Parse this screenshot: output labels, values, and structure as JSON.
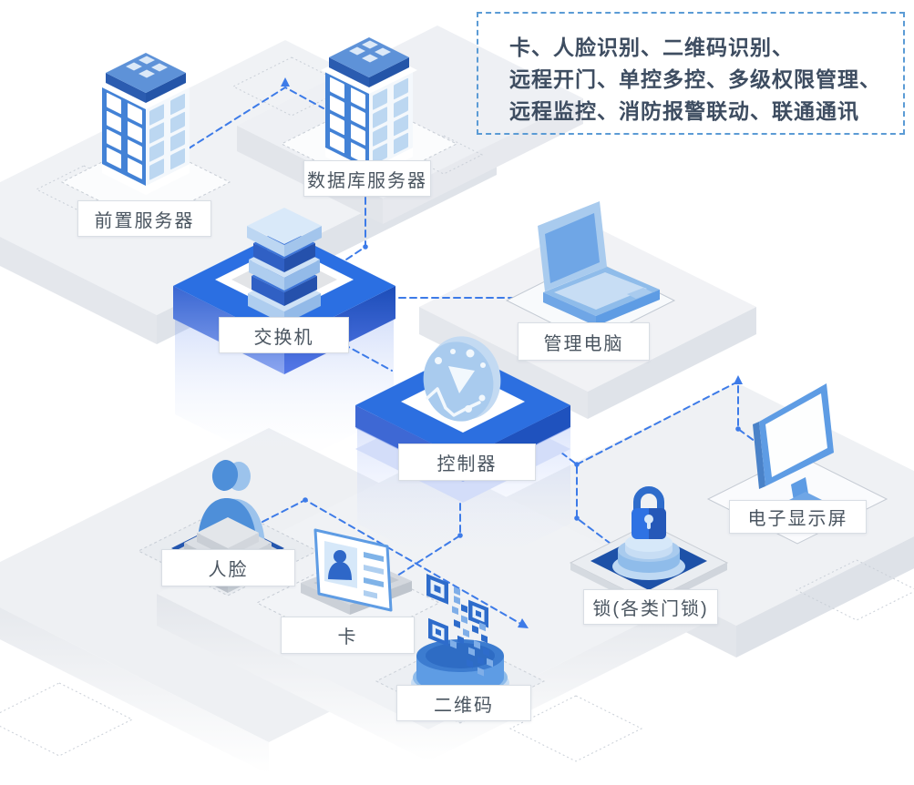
{
  "feature_box": {
    "line1": "卡、人脸识别、二维码识别、",
    "line2": "远程开门、单控多控、多级权限管理、",
    "line3": "远程监控、消防报警联动、联通通讯"
  },
  "nodes": {
    "front_server": {
      "label": "前置服务器"
    },
    "database_server": {
      "label": "数据库服务器"
    },
    "switch": {
      "label": "交换机"
    },
    "management_pc": {
      "label": "管理电脑"
    },
    "controller": {
      "label": "控制器"
    },
    "face": {
      "label": "人脸"
    },
    "card": {
      "label": "卡"
    },
    "qr_code": {
      "label": "二维码"
    },
    "lock": {
      "label": "锁(各类门锁)"
    },
    "display": {
      "label": "电子显示屏"
    }
  },
  "colors": {
    "accent_platform_blue": "#2b6fe2",
    "connector_line_blue": "#3d7be8",
    "label_text": "#4a5560",
    "feature_text": "#3e4d61",
    "feature_border": "#5b9bd5",
    "ground_gray": "#f0f2f5"
  }
}
